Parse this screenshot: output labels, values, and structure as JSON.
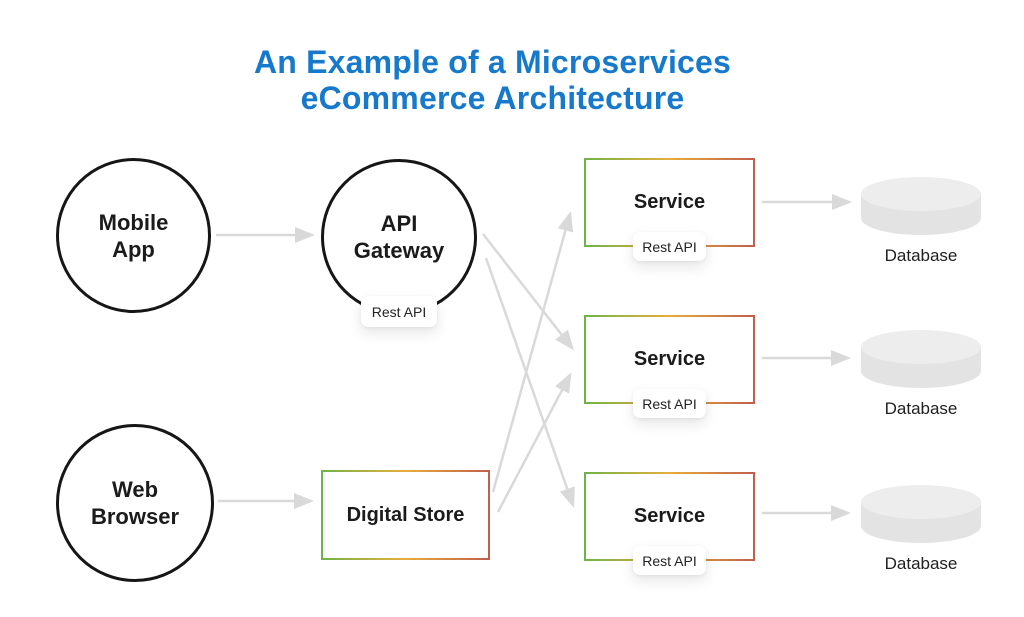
{
  "title": {
    "line1": "An Example of a Microservices",
    "line2": "eCommerce Architecture"
  },
  "nodes": {
    "mobile_app": {
      "line1": "Mobile",
      "line2": "App"
    },
    "web_browser": {
      "line1": "Web",
      "line2": "Browser"
    },
    "api_gateway": {
      "line1": "API",
      "line2": "Gateway",
      "badge": "Rest API"
    },
    "digital_store": {
      "label": "Digital Store"
    }
  },
  "services": [
    {
      "label": "Service",
      "badge": "Rest API"
    },
    {
      "label": "Service",
      "badge": "Rest API"
    },
    {
      "label": "Service",
      "badge": "Rest API"
    }
  ],
  "databases": [
    {
      "label": "Database"
    },
    {
      "label": "Database"
    },
    {
      "label": "Database"
    }
  ],
  "connections": [
    {
      "from": "mobile-app",
      "to": "api-gateway"
    },
    {
      "from": "web-browser",
      "to": "digital-store"
    },
    {
      "from": "api-gateway",
      "to": "service-2"
    },
    {
      "from": "api-gateway",
      "to": "service-3"
    },
    {
      "from": "digital-store",
      "to": "service-1"
    },
    {
      "from": "digital-store",
      "to": "service-2"
    },
    {
      "from": "service-1",
      "to": "database-1"
    },
    {
      "from": "service-2",
      "to": "database-2"
    },
    {
      "from": "service-3",
      "to": "database-3"
    }
  ],
  "colors": {
    "title_blue": "#1779cb",
    "node_border": "#161616",
    "service_gradient_left": "#6fb348",
    "service_gradient_mid": "#e8ae3a",
    "service_gradient_right": "#c05f4d",
    "arrow_gray": "#d9d9d9",
    "database_fill": "#e3e3e3",
    "database_top": "#ededed"
  }
}
